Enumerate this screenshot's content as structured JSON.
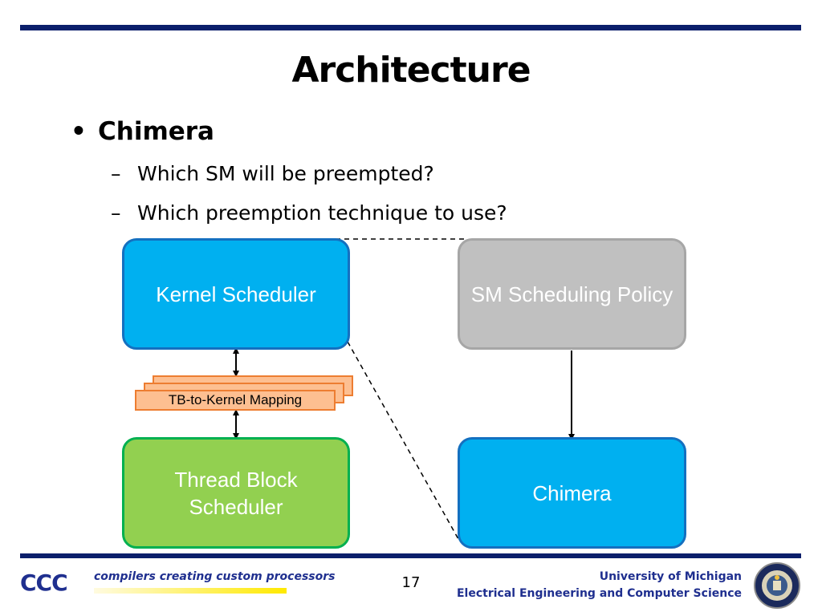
{
  "slide": {
    "title": "Architecture",
    "bullet": "Chimera",
    "subbullets": [
      "Which SM will be preempted?",
      "Which preemption technique to use?"
    ],
    "bullet_glyph": "•",
    "dash_glyph": "–"
  },
  "diagram": {
    "boxes": {
      "kernel_scheduler": "Kernel Scheduler",
      "sm_scheduling_policy": "SM Scheduling Policy",
      "thread_block_scheduler_line1": "Thread Block",
      "thread_block_scheduler_line2": "Scheduler",
      "chimera": "Chimera"
    },
    "mapping_label": "TB-to-Kernel Mapping",
    "colors": {
      "blue_box": "#00b0f0",
      "blue_border": "#1470c0",
      "gray_box": "#c0c0c0",
      "green_box": "#92d050",
      "green_border": "#00b050",
      "mapping_fill": "#fdbf91",
      "mapping_border": "#ed7d31"
    }
  },
  "footer": {
    "logo_text": "CCC",
    "logo_tagline": "compilers creating custom processors",
    "page_number": "17",
    "university": "University of Michigan",
    "department": "Electrical Engineering and Computer Science",
    "seal_icon": "university-seal-icon"
  },
  "theme": {
    "rule_color": "#0b1f6b",
    "footer_text_color": "#1f2f8f"
  }
}
